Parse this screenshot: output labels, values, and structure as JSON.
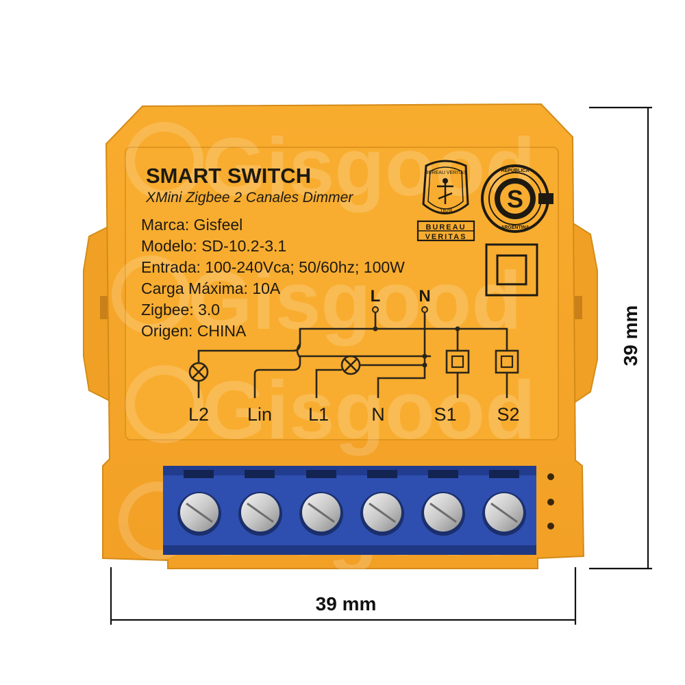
{
  "label": {
    "title": "SMART SWITCH",
    "subtitle": "XMini Zigbee 2 Canales Dimmer",
    "specs": [
      "Marca: Gisfeel",
      "Modelo: SD-10.2-3.1",
      "Entrada: 100-240Vca; 50/60hz; 100W",
      "Carga Máxima: 10A",
      "Zigbee: 3.0",
      "Origen: CHINA"
    ]
  },
  "diagram": {
    "top_labels": [
      "L",
      "N"
    ],
    "terminal_labels": [
      "L2",
      "Lin",
      "L1",
      "N",
      "S1",
      "S2"
    ]
  },
  "certifications": {
    "bureau_veritas": {
      "top_text": "BUREAU VERITAS",
      "year": "1828",
      "badge_lines": [
        "BUREAU",
        "VERITAS"
      ]
    },
    "argentina_s_mark": {
      "top_text": "REPÚBLICA",
      "bottom_text": "ARGENTINA",
      "letter": "S"
    }
  },
  "watermark": "Gisgood",
  "dimensions": {
    "width_label": "39 mm",
    "height_label": "39 mm"
  },
  "colors": {
    "housing": "#f7a82a",
    "housing_dark": "#e0901b",
    "terminal_block": "#2e4fb0",
    "ink": "#1e1a12"
  }
}
